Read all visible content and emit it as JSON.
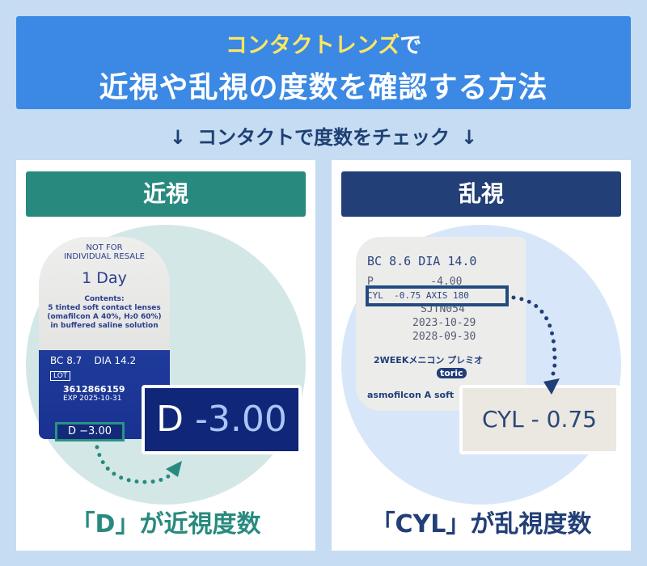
{
  "header": {
    "line1_highlight": "コンタクトレンズ",
    "line1_rest": "で",
    "line2": "近視や乱視の度数を確認する方法"
  },
  "subtitle": {
    "text": "コンタクトで度数をチェック",
    "arrow": "↓"
  },
  "myopia": {
    "title": "近視",
    "package": {
      "l1": "NOT FOR",
      "l2": "INDIVIDUAL RESALE",
      "brand": "1 Day",
      "c1": "Contents:",
      "c2": "5 tinted soft contact lenses",
      "c3": "(omafilcon A 40%, H₂0 60%)",
      "c4": "in buffered saline solution",
      "bcdia": "BC 8.7    DIA 14.2",
      "lot": "LOT",
      "lotno": "3612866159",
      "exp": "EXP 2025-10-31",
      "power": "D −3.00"
    },
    "callout_label": "D",
    "callout_value": "-3.00",
    "caption": "「D」が近視度数"
  },
  "astig": {
    "title": "乱視",
    "package": {
      "bcdia": "BC 8.6 DIA 14.0",
      "p": "P         -4.00",
      "cyl": "CYL  -0.75 AXIS 180",
      "lot": "SJTN054",
      "mfg": "2023-10-29",
      "exp": "2028-09-30",
      "brand": "2WEEKメニコン プレミオ",
      "toric": "toric",
      "material": "asmofilcon A  soft"
    },
    "callout": "CYL - 0.75",
    "caption": "「CYL」が乱視度数"
  },
  "colors": {
    "header": "#3b89e4",
    "highlight": "#ffe661",
    "teal": "#288a7f",
    "navy": "#223f77"
  }
}
